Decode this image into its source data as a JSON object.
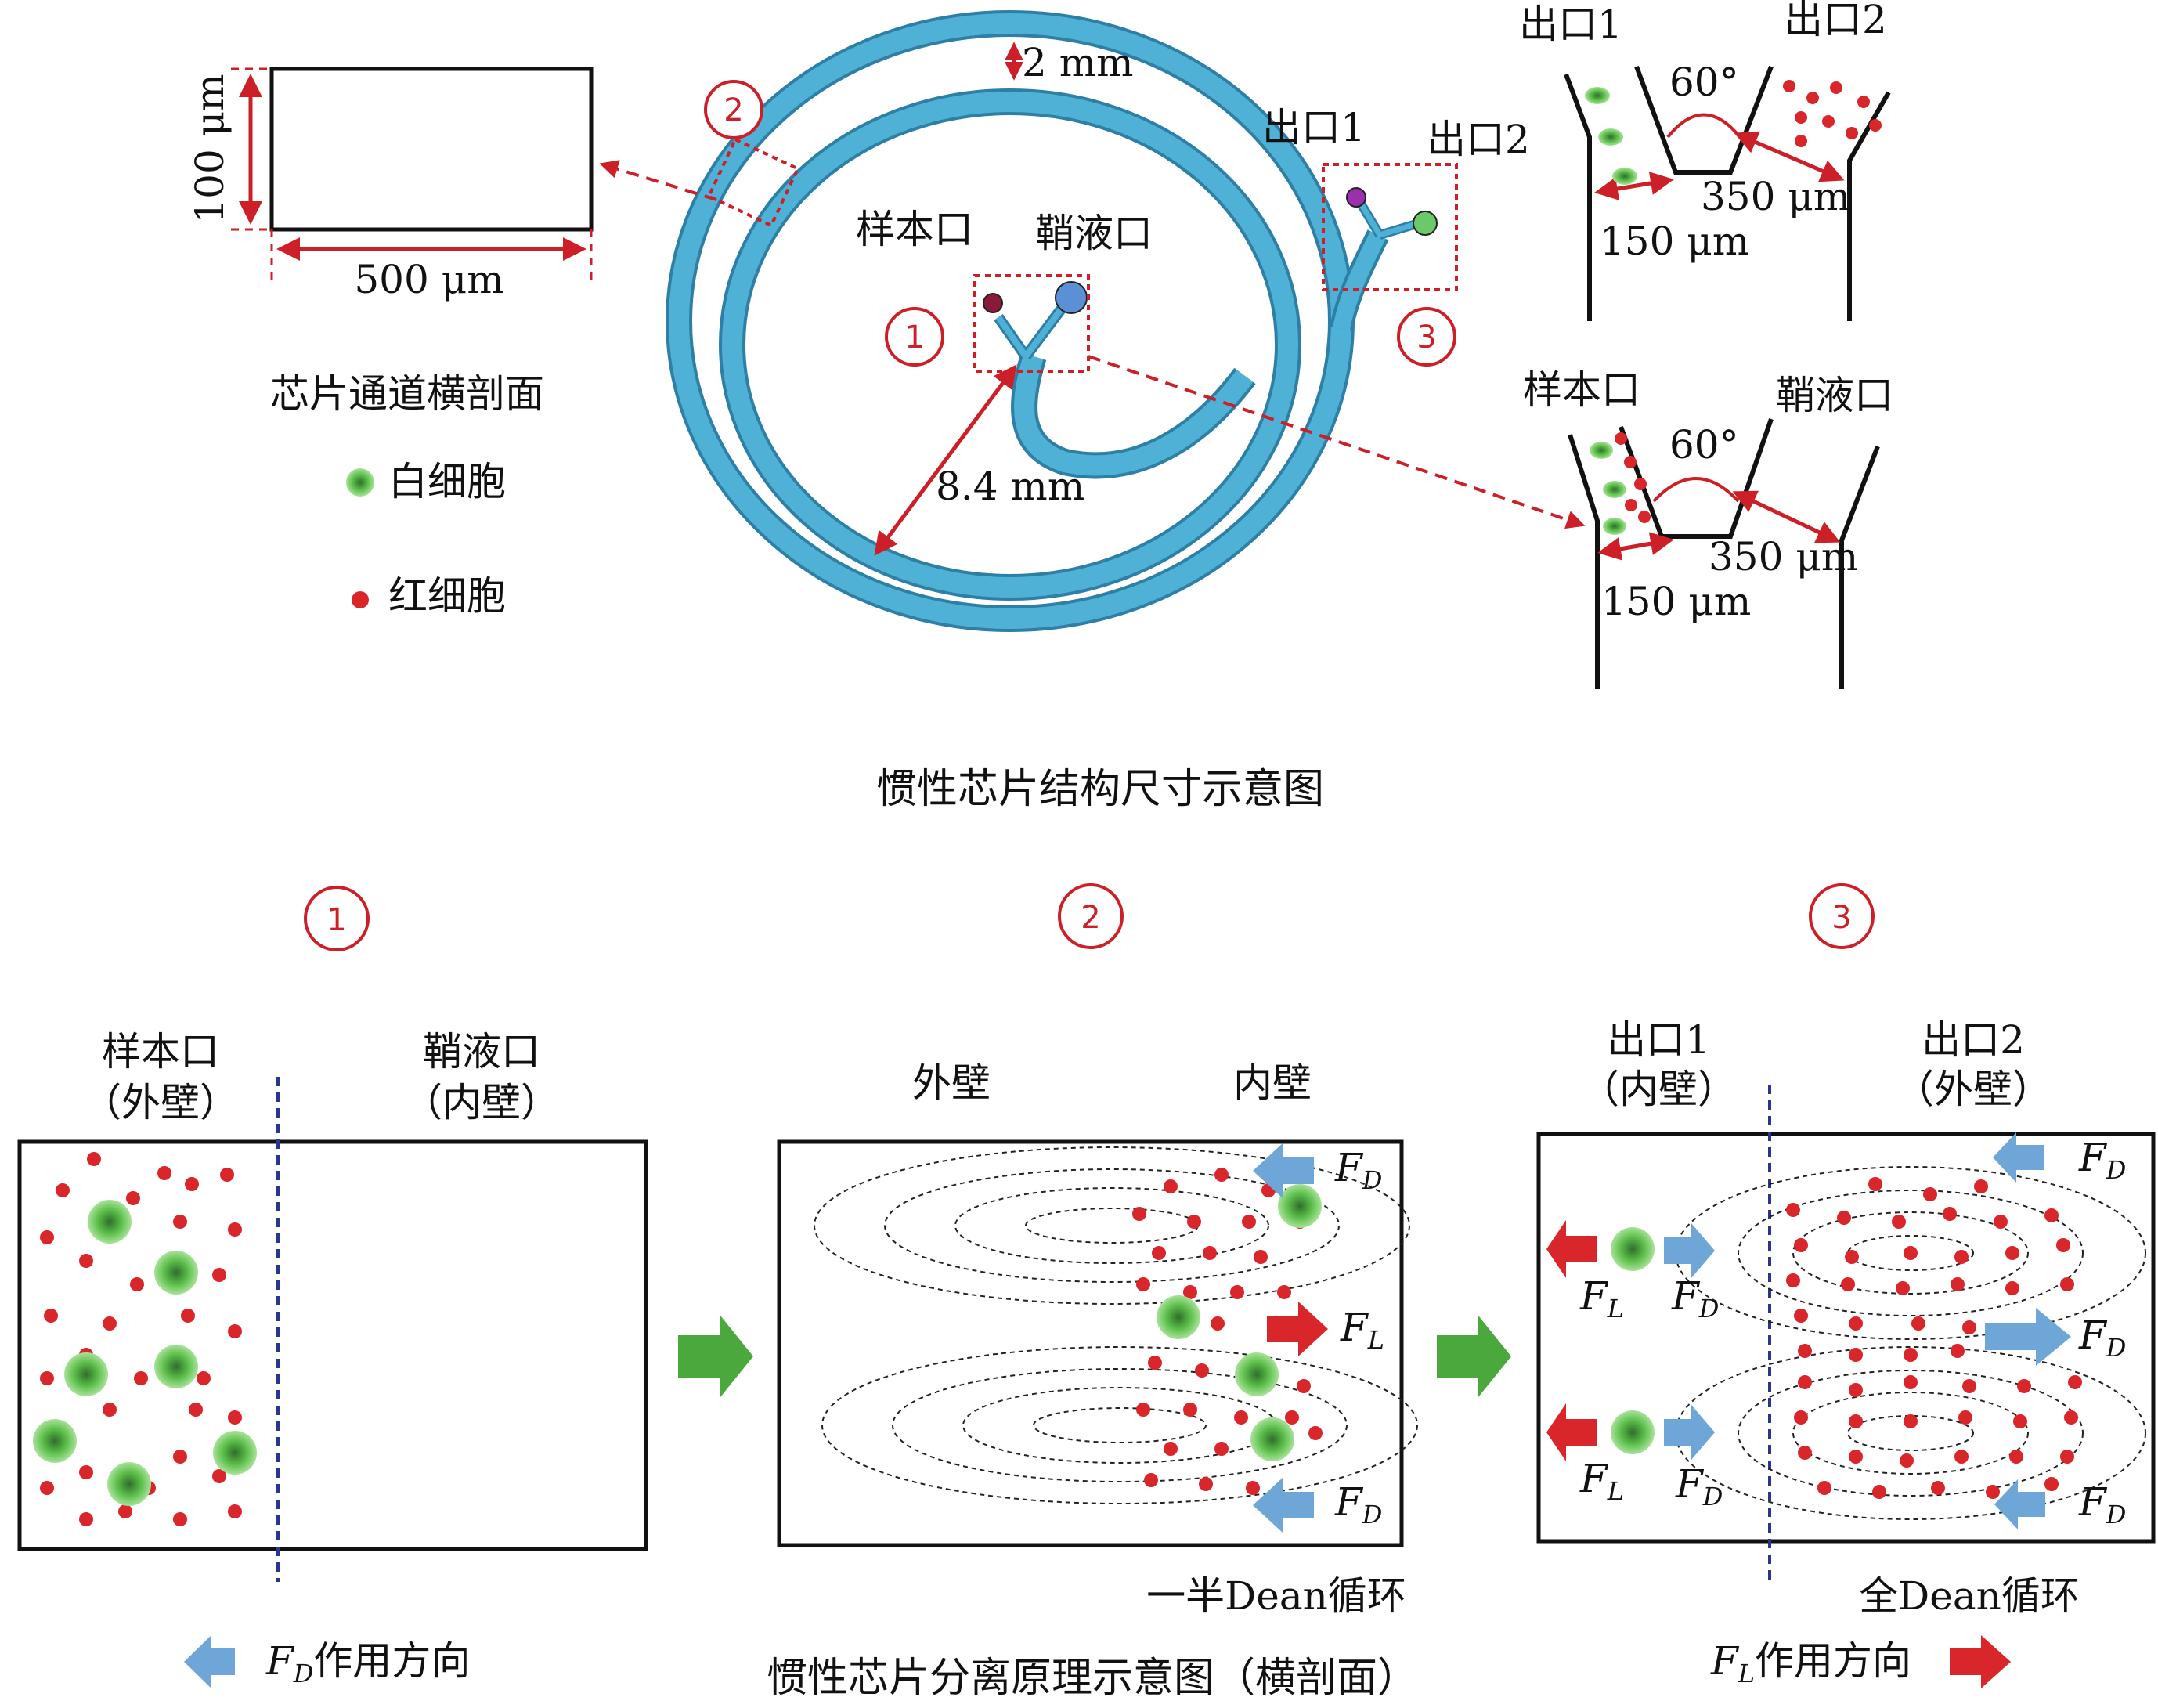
{
  "colors": {
    "channel": "#4fb1d6",
    "channel_edge": "#2e7fa6",
    "red_accent": "#cc1f27",
    "red_cell": "#d9262b",
    "wbc": "#5cbf4a",
    "blue_arrow": "#6fa6d8",
    "green_arrow": "#4aa83c",
    "divider": "#2a3590"
  },
  "cross_section": {
    "height_label": "100 μm",
    "width_label": "500 μm",
    "title": "芯片通道横剖面"
  },
  "legend": {
    "wbc_label": "白细胞",
    "rbc_label": "红细胞"
  },
  "chip": {
    "gap_label": "2 mm",
    "radius_label": "8.4 mm",
    "sample_inlet": "样本口",
    "sheath_inlet": "鞘液口",
    "outlet1": "出口1",
    "outlet2": "出口2",
    "markers": [
      "1",
      "2",
      "3"
    ],
    "caption": "惯性芯片结构尺寸示意图"
  },
  "outlet_detail": {
    "outlet1": "出口1",
    "outlet2": "出口2",
    "angle": "60°",
    "dim_350": "350 μm",
    "dim_150": "150 μm"
  },
  "inlet_detail": {
    "sample_inlet": "样本口",
    "sheath_inlet": "鞘液口",
    "angle": "60°",
    "dim_350": "350 μm",
    "dim_150": "150 μm"
  },
  "panels": {
    "markers": [
      "1",
      "2",
      "3"
    ],
    "p1": {
      "left_title": "样本口",
      "left_sub": "（外壁）",
      "right_title": "鞘液口",
      "right_sub": "（内壁）"
    },
    "p2": {
      "left_title": "外壁",
      "right_title": "内壁",
      "force_d": "F",
      "force_d_sub": "D",
      "force_l": "F",
      "force_l_sub": "L",
      "caption": "一半Dean循环"
    },
    "p3": {
      "left_title": "出口1",
      "left_sub": "（内壁）",
      "right_title": "出口2",
      "right_sub": "（外壁）",
      "force_d": "F",
      "force_d_sub": "D",
      "force_l": "F",
      "force_l_sub": "L",
      "caption": "全Dean循环"
    },
    "fd_direction": {
      "sym": "F",
      "sub": "D",
      "text": "作用方向"
    },
    "fl_direction": {
      "sym": "F",
      "sub": "L",
      "text": "作用方向"
    },
    "caption": "惯性芯片分离原理示意图（横剖面）"
  }
}
